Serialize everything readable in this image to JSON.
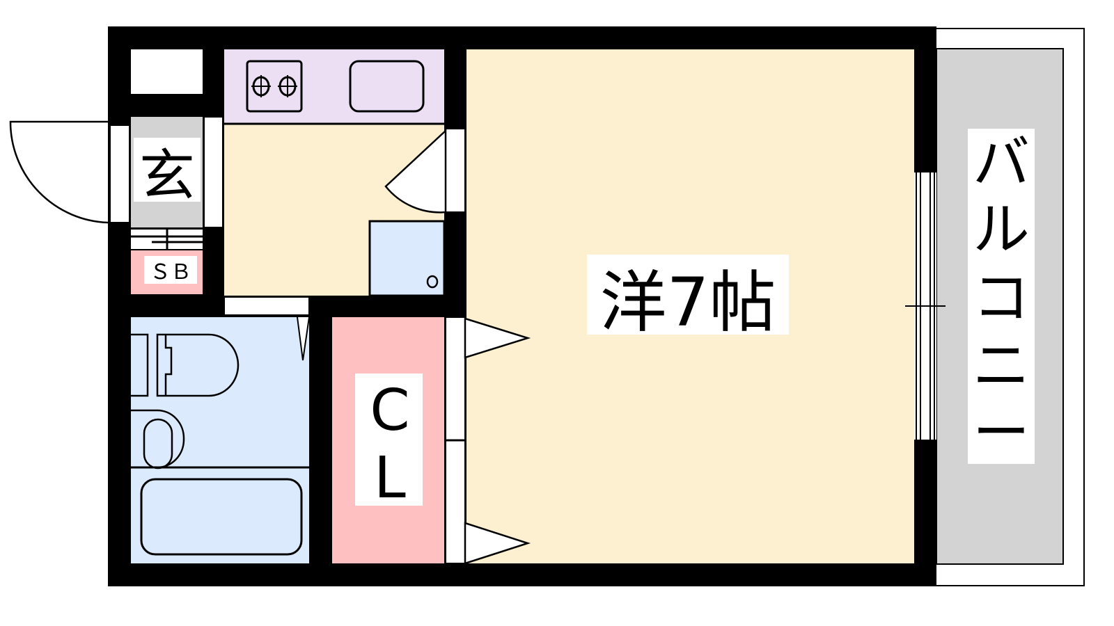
{
  "floorplan": {
    "rooms": {
      "entrance": {
        "label": "玄"
      },
      "shoe_box": {
        "label": "ＳＢ"
      },
      "closet": {
        "label_line1": "C",
        "label_line2": "L"
      },
      "western_room": {
        "label": "洋7帖"
      },
      "balcony": {
        "label": [
          "バ",
          "ル",
          "コ",
          "ニ",
          "ー"
        ]
      }
    },
    "colors": {
      "wall": "#000000",
      "kitchen_counter": "#ecdff4",
      "floor": "#fdf0d0",
      "wet_area": "#dbeafd",
      "storage": "#fec0c0",
      "entrance": "#d3d3d3",
      "balcony": "#d3d3d3"
    }
  }
}
